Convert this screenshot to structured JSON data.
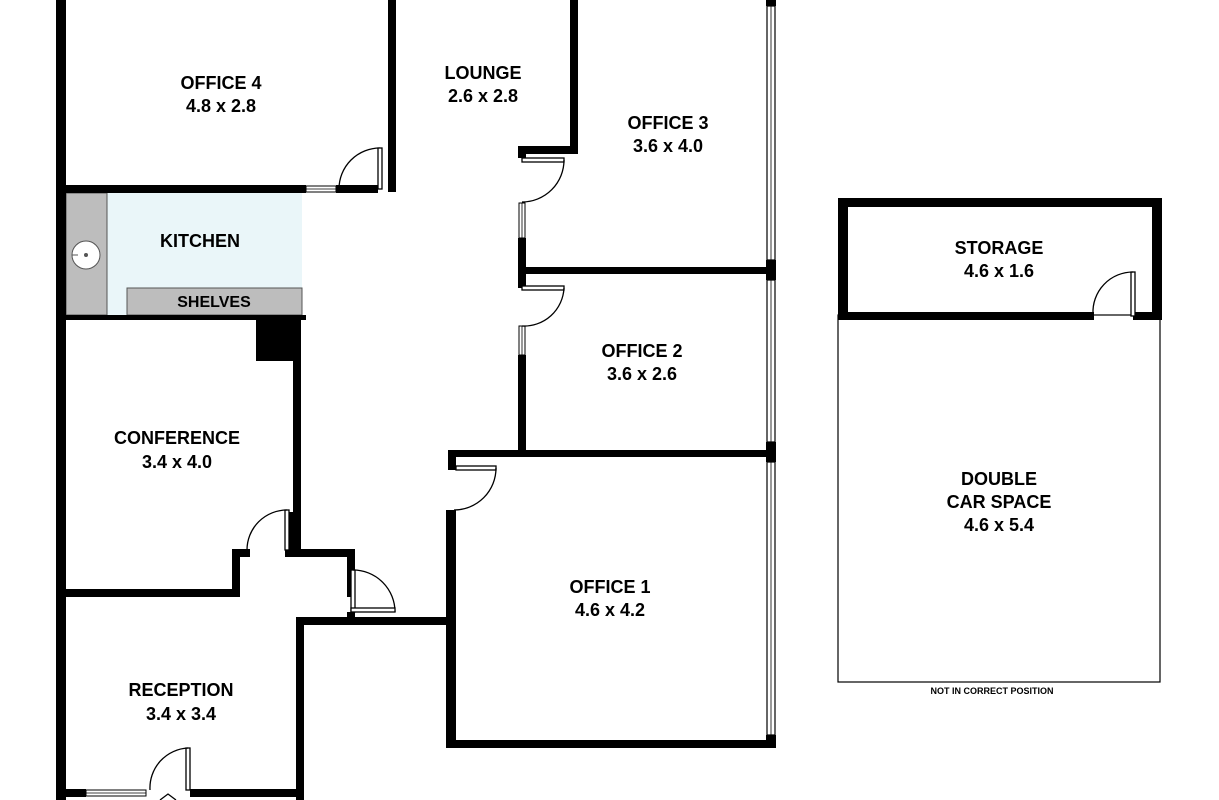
{
  "floorplan": {
    "rooms": {
      "office4": {
        "name": "OFFICE 4",
        "size": "4.8 x 2.8"
      },
      "lounge": {
        "name": "LOUNGE",
        "size": "2.6 x 2.8"
      },
      "office3": {
        "name": "OFFICE 3",
        "size": "3.6 x 4.0"
      },
      "kitchen": {
        "name": "KITCHEN"
      },
      "shelves": {
        "name": "SHELVES"
      },
      "storage": {
        "name": "STORAGE",
        "size": "4.6 x 1.6"
      },
      "office2": {
        "name": "OFFICE 2",
        "size": "3.6 x 2.6"
      },
      "conference": {
        "name": "CONFERENCE",
        "size": "3.4 x 4.0"
      },
      "double_car_space": {
        "name_line1": "DOUBLE",
        "name_line2": "CAR SPACE",
        "size": "4.6 x 5.4"
      },
      "office1": {
        "name": "OFFICE 1",
        "size": "4.6 x 4.2"
      },
      "reception": {
        "name": "RECEPTION",
        "size": "3.4 x 3.4"
      }
    },
    "note": "NOT IN CORRECT POSITION",
    "colors": {
      "wall": "#000000",
      "kitchen_floor": "#eaf6f9",
      "bench": "#bdbdbd",
      "window_glass": "#ffffff"
    }
  }
}
